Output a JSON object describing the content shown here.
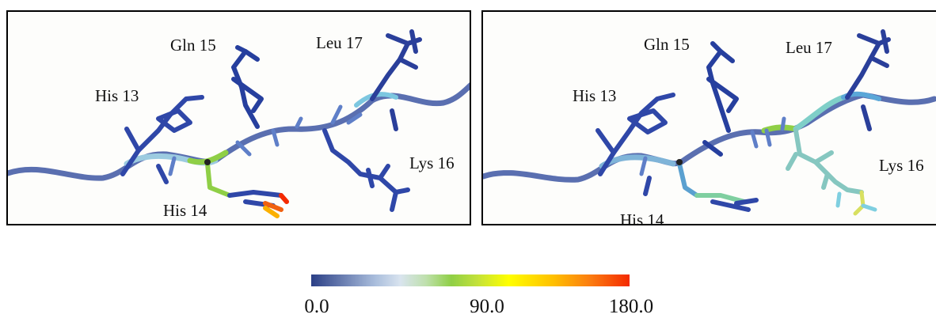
{
  "panels": [
    {
      "residue_labels": {
        "his13": "His 13",
        "his14": "His 14",
        "gln15": "Gln 15",
        "lys16": "Lys 16",
        "leu17": "Leu 17"
      }
    },
    {
      "residue_labels": {
        "his13": "His 13",
        "his14": "His 14",
        "gln15": "Gln 15",
        "lys16": "Lys 16",
        "leu17": "Leu 17"
      }
    }
  ],
  "colorbar": {
    "tick_labels": [
      "0.0",
      "90.0",
      "180.0"
    ],
    "min": 0.0,
    "max": 180.0,
    "colors": [
      "#2b3f86",
      "#d9e4ef",
      "#8fcf46",
      "#ffff00",
      "#fb7a10",
      "#f42a00"
    ]
  }
}
